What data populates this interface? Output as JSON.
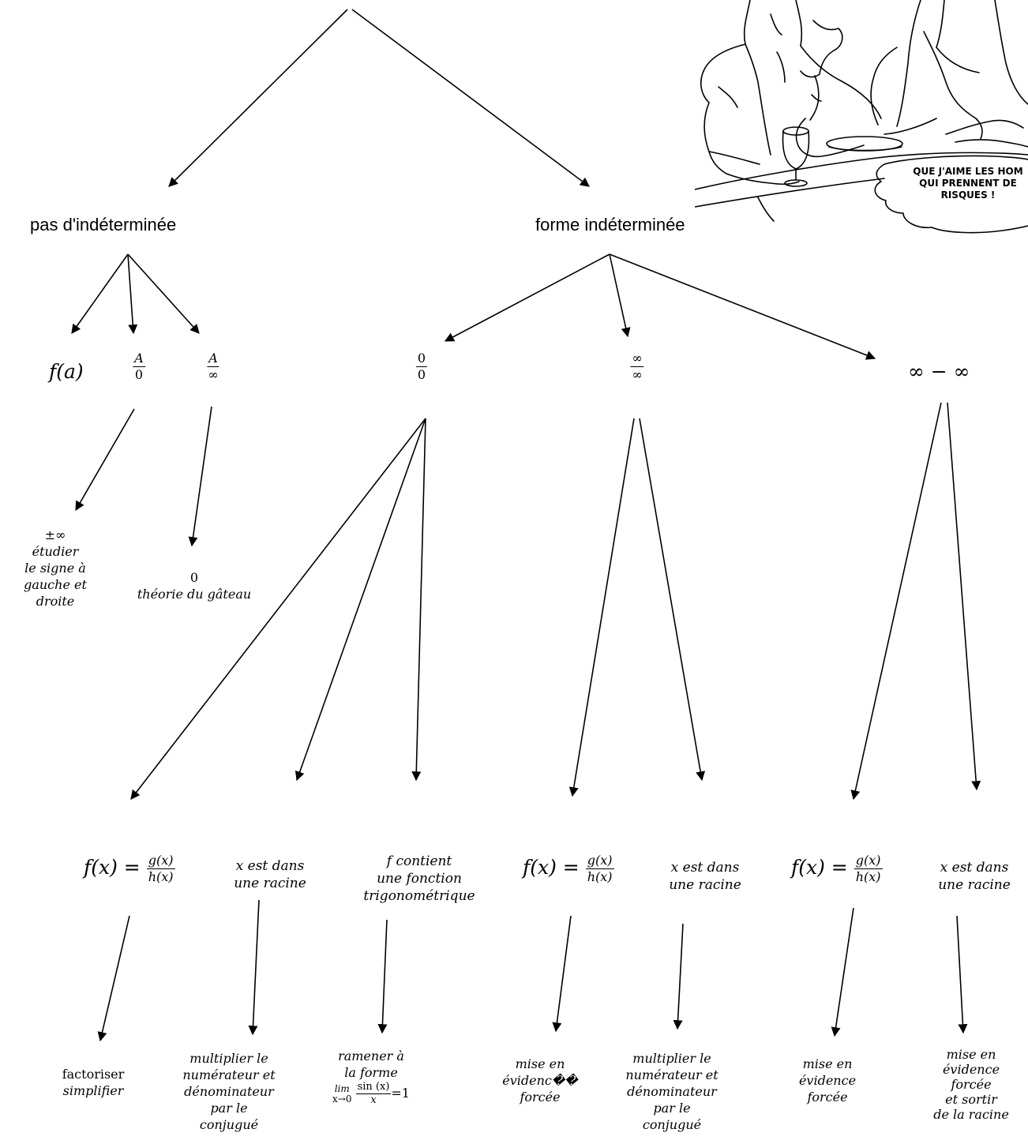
{
  "comic": {
    "speech_line_1": "QUE J'AIME LES HOM",
    "speech_line_2": "QUI PRENNENT DE",
    "speech_line_3": "RISQUES !"
  },
  "tree": {
    "level1": {
      "left": "pas d'indéterminée",
      "right": "forme indéterminée"
    },
    "level2": {
      "fa": "f(a)",
      "a_over_0": {
        "num": "A",
        "den": "0"
      },
      "a_over_inf": {
        "num": "A",
        "den": "∞"
      },
      "zero_over_zero": {
        "num": "0",
        "den": "0"
      },
      "inf_over_inf": {
        "num": "∞",
        "den": "∞"
      },
      "inf_minus_inf": "∞ − ∞"
    },
    "left_results": {
      "pm_inf": [
        "±∞",
        "étudier",
        "le signe à",
        "gauche et",
        "droite"
      ],
      "zero": [
        "0",
        "théorie du gâteau"
      ]
    },
    "cases": {
      "quotient": {
        "lhs": "f(x) =",
        "num": "g(x)",
        "den": "h(x)"
      },
      "root": [
        "x est dans",
        "une racine"
      ],
      "trig": [
        "f contient",
        "une fonction",
        "trigonométrique"
      ]
    },
    "methods": {
      "factoriser": [
        "factoriser",
        "simplifier"
      ],
      "conjugue": [
        "multiplier le",
        "numérateur et",
        "dénominateur",
        "par le",
        "conjugué"
      ],
      "ramener": {
        "0": "ramener à",
        "1": "la forme",
        "lim": "lim",
        "lim_sub": "x→0",
        "frac_num": "sin (x)",
        "frac_den": "x",
        "equals": "=1"
      },
      "mise_evidence_1": [
        "mise en",
        "évidenc��",
        "forcée"
      ],
      "mise_evidence_2": [
        "mise en",
        "évidence",
        "forcée"
      ],
      "mise_evidence_3": [
        "mise en",
        "évidence",
        "forcée",
        "et sortir",
        "de la racine"
      ]
    }
  }
}
